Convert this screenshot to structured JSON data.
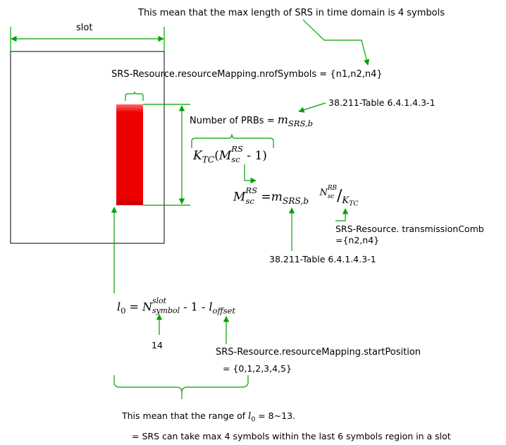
{
  "top_note": "This mean that the max length of SRS in time domain is 4 symbols",
  "slot_label": "slot",
  "nrof_symbols": "SRS-Resource.resourceMapping.nrofSymbols = {n1,n2,n4}",
  "table_ref_top": "38.211-Table 6.4.1.4.3-1",
  "num_prbs_label": "Number of PRBs =",
  "m_srs": "m",
  "m_srs_sub": "SRS,b",
  "ktc_formula": {
    "k": "K",
    "k_sub": "TC",
    "open": "(",
    "m": "M",
    "m_sup": "RS",
    "m_sub": "sc",
    "tail": " - 1)"
  },
  "msc_formula": {
    "m": "M",
    "m_sup": "RS",
    "m_sub": "sc",
    "eq": " =",
    "rhs_m": "m",
    "rhs_sub": "SRS,b",
    "n": "N",
    "n_sup": "RB",
    "n_sub": "sc",
    "slash": "/",
    "k": "K",
    "k_sub": "TC"
  },
  "transmission_comb_line1": "SRS-Resource. transmissionComb",
  "transmission_comb_line2": "={n2,n4}",
  "table_ref_bottom": "38.211-Table 6.4.1.4.3-1",
  "l0_formula": {
    "l": "l",
    "l_sub": "0",
    "eq": " = ",
    "n": "N",
    "n_sup": "slot",
    "n_sub": "symbol",
    "mid": " - 1 - ",
    "l2": "l",
    "l2_sub": "offset"
  },
  "fourteen": "14",
  "start_position_line1": "SRS-Resource.resourceMapping.startPosition",
  "start_position_line2": "= {0,1,2,3,4,5}",
  "range_note_prefix": "This mean that the range of ",
  "range_l": "l",
  "range_l_sub": "0",
  "range_note_suffix": " = 8~13.",
  "final_note": "= SRS can take max 4 symbols within the last 6 symbols region in a slot",
  "colors": {
    "arrow_green": "#00a000",
    "srs_red": "#ee0000",
    "srs_red_light": "#ff5050",
    "frame": "#000000"
  }
}
